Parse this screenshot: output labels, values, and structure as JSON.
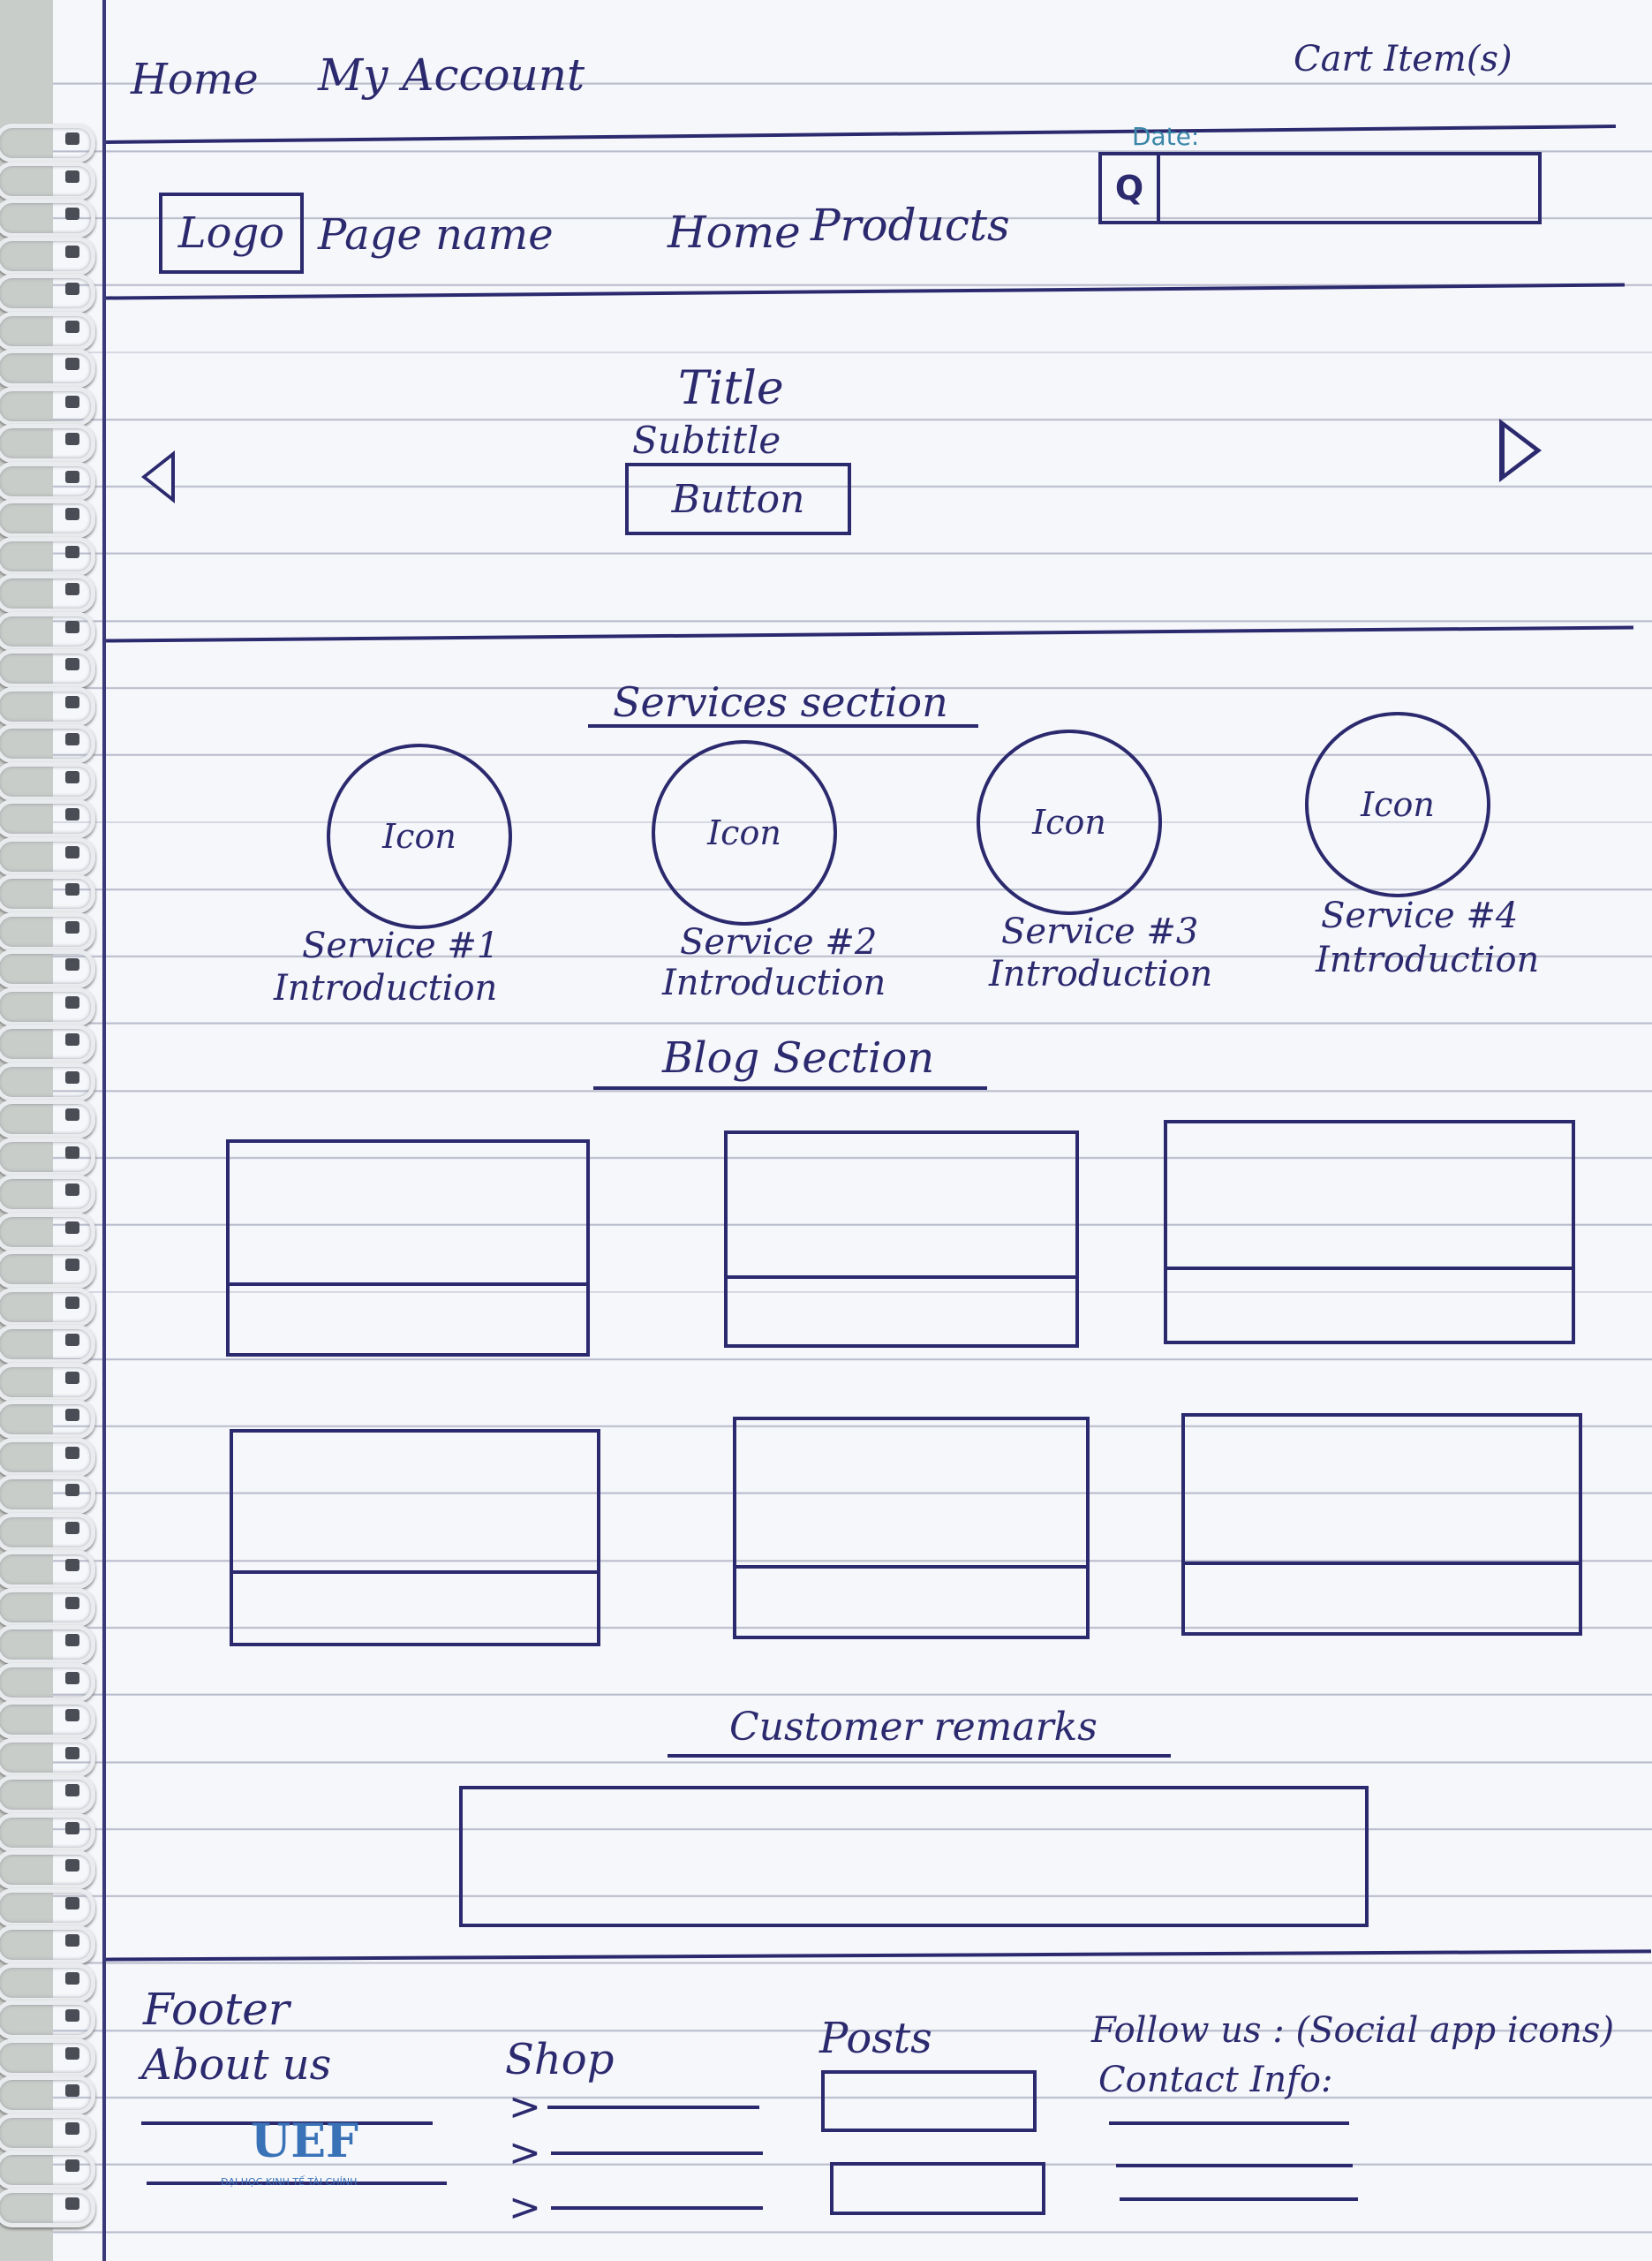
{
  "top_nav": {
    "home": "Home",
    "my_account": "My Account",
    "cart": "Cart Item(s)"
  },
  "date_label": "Date:",
  "header": {
    "logo": "Logo",
    "page_name": "Page name",
    "nav_home": "Home",
    "nav_products": "Products",
    "search_icon_glyph": "Q"
  },
  "hero": {
    "title": "Title",
    "subtitle": "Subtitle",
    "button": "Button"
  },
  "services": {
    "heading": "Services section",
    "items": [
      {
        "icon": "Icon",
        "name": "Service #1",
        "desc": "Introduction"
      },
      {
        "icon": "Icon",
        "name": "Service #2",
        "desc": "Introduction"
      },
      {
        "icon": "Icon",
        "name": "Service #3",
        "desc": "Introduction"
      },
      {
        "icon": "Icon",
        "name": "Service #4",
        "desc": "Introduction"
      }
    ]
  },
  "blog": {
    "heading": "Blog Section"
  },
  "remarks": {
    "heading": "Customer remarks"
  },
  "footer": {
    "title": "Footer",
    "about": "About us",
    "shop": "Shop",
    "posts": "Posts",
    "follow": "Follow us : (Social app icons)",
    "contact": "Contact Info:",
    "logo_text": "UEF",
    "logo_sub": "ĐẠI HỌC KINH TẾ TÀI CHÍNH"
  },
  "colors": {
    "ink": "#2c2a6e",
    "paper": "#f6f7fb",
    "rule": "#b9bccb"
  }
}
